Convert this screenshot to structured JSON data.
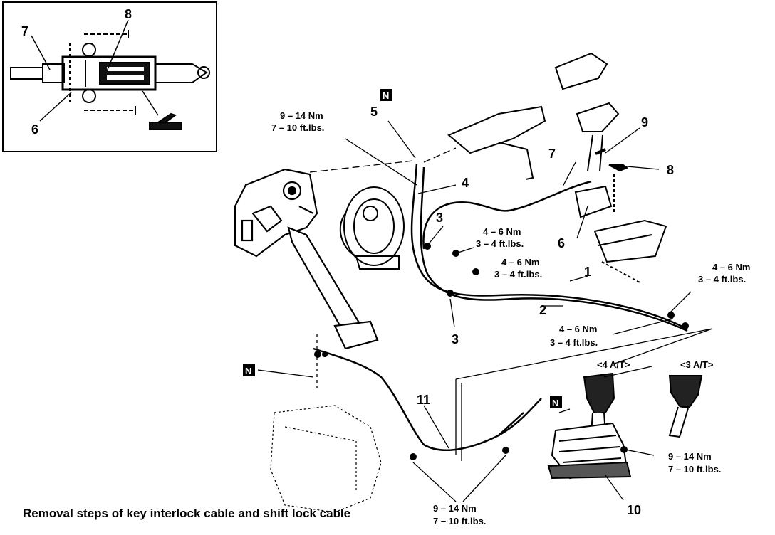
{
  "caption": "Removal steps of key interlock cable and shift lock cable",
  "inset": {
    "labels": [
      "7",
      "8",
      "6"
    ]
  },
  "part_labels": {
    "p1": "1",
    "p2": "2",
    "p3a": "3",
    "p3b": "3",
    "p4": "4",
    "p5": "5",
    "p6": "6",
    "p7": "7",
    "p8": "8",
    "p9": "9",
    "p10": "10",
    "p11": "11"
  },
  "neutral_markers": [
    "N",
    "N",
    "N"
  ],
  "torque": {
    "t_top_left": [
      "9 – 14 Nm",
      "7 – 10 ft.lbs."
    ],
    "t_mid_a": [
      "4 – 6 Nm",
      "3 – 4 ft.lbs."
    ],
    "t_mid_b": [
      "4 – 6 Nm",
      "3 – 4 ft.lbs."
    ],
    "t_right": [
      "4 – 6 Nm",
      "3 – 4 ft.lbs."
    ],
    "t_center": [
      "4 – 6 Nm",
      "3 – 4 ft.lbs."
    ],
    "t_lever": [
      "9 – 14 Nm",
      "7 – 10 ft.lbs."
    ],
    "t_bottom": [
      "9 – 14 Nm",
      "7 – 10 ft.lbs."
    ]
  },
  "variants": {
    "four_at": "<4 A/T>",
    "three_at": "<3 A/T>"
  }
}
